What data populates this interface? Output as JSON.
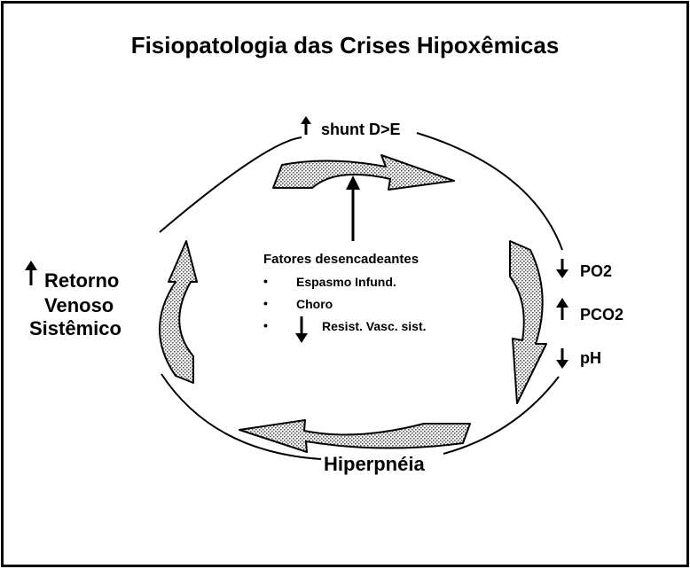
{
  "title": "Fisiopatologia das Crises Hipoxêmicas",
  "top_label": "shunt D>E",
  "left_label": [
    "Retorno",
    "Venoso",
    "Sistêmico"
  ],
  "right_labels": [
    {
      "text": "PO2",
      "direction": "down"
    },
    {
      "text": "PCO2",
      "direction": "up"
    },
    {
      "text": "pH",
      "direction": "down"
    }
  ],
  "bottom_label": "Hiperpnéia",
  "center": {
    "title": "Fatores desencadeantes",
    "bullet": "•",
    "items": [
      "Espasmo Infund.",
      "Choro",
      "Resist. Vasc. sist."
    ]
  },
  "colors": {
    "line": "#000000",
    "stipple": "#bdbdbd",
    "background": "#ffffff"
  }
}
